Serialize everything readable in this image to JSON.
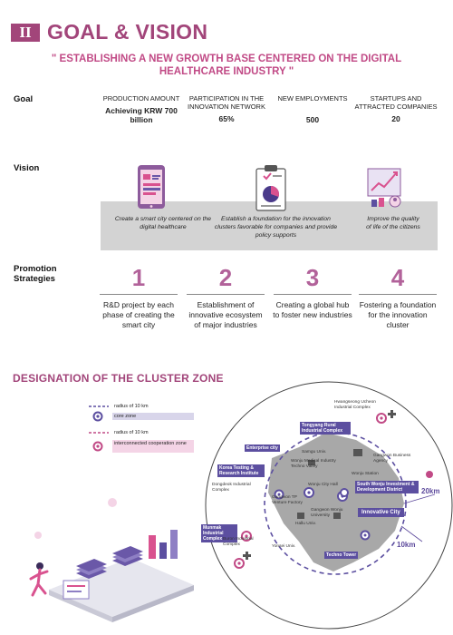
{
  "header": {
    "badge": "II",
    "title": "GOAL & VISION",
    "subtitle": "\" ESTABLISHING A NEW GROWTH BASE CENTERED ON THE DIGITAL HEALTHCARE INDUSTRY \""
  },
  "labels": {
    "goal": "Goal",
    "vision": "Vision",
    "promotion": "Promotion Strategies"
  },
  "goals": [
    {
      "label": "PRODUCTION AMOUNT",
      "value": "Achieving KRW 700 billion"
    },
    {
      "label": "PARTICIPATION IN THE INNOVATION NETWORK",
      "value": "65%"
    },
    {
      "label": "NEW EMPLOYMENTS",
      "value": "500"
    },
    {
      "label": "STARTUPS AND ATTRACTED COMPANIES",
      "value": "20"
    }
  ],
  "visions": [
    {
      "text": "Create a smart city centered on the digital healthcare",
      "icon": "tablet-health-icon"
    },
    {
      "text": "Establish a foundation for the innovation clusters favorable for companies and provide policy supports",
      "icon": "clipboard-chart-icon"
    },
    {
      "text": "Improve the quality of life of the citizens",
      "icon": "growth-chart-icon"
    }
  ],
  "strategies": [
    {
      "num": "1",
      "text": "R&D project by each phase of creating the smart city"
    },
    {
      "num": "2",
      "text": "Establishment of innovative ecosystem of major industries"
    },
    {
      "num": "3",
      "text": "Creating a global hub to foster new industries"
    },
    {
      "num": "4",
      "text": "Fostering a foundation for the innovation cluster"
    }
  ],
  "cluster": {
    "title": "DESIGNATION OF THE CLUSTER ZONE",
    "legend": {
      "radius1": "radius of 10 km",
      "core": "core zone",
      "radius2": "radius of 10 km",
      "interconnected": "interconnected cooperation zone"
    },
    "map": {
      "hwangseong": "Hwangseong Ucheon Industrial Complex",
      "tongyang": "Tongyang Rural Industrial Complex",
      "enterprise": "Enterprise city",
      "samgu": "Samgu Univ.",
      "medical_industry": "Wonju Medical Industry Techno Valley",
      "gangwon": "Gangwon Business Agency",
      "wonju_station": "Wonju Station",
      "korea_testing": "Korea Testing & Research Institute",
      "dongdeok": "Dongdeok Industrial Complex",
      "cityhall": "Wonju City Hall",
      "south_wonju": "South Wonju Investment & Development District",
      "tp_venture": "Gangwon TP Venture Factory",
      "yonsei_wonju": "Gangwon Wonju University",
      "hallu": "Hallu Univ.",
      "innovative_city": "Innovative City",
      "munmak": "Munmak Industrial Complex",
      "yonsei": "Yonsei Univ.",
      "buron": "Buron Industrial Complex",
      "techno_tower": "Techno Tower",
      "km20": "20km",
      "km10": "10km"
    }
  },
  "colors": {
    "accent": "#a2457a",
    "pink": "#c14a86",
    "purple": "#5c4fa0",
    "band": "#d3d3d3"
  }
}
